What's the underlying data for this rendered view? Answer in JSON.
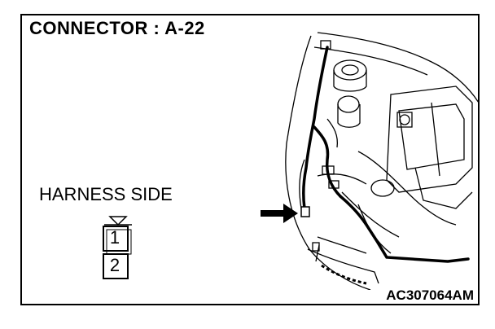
{
  "title": "CONNECTOR : A-22",
  "harness_label": "HARNESS SIDE",
  "connector": {
    "pins": [
      "1",
      "2"
    ]
  },
  "figure_id": "AC307064AM"
}
